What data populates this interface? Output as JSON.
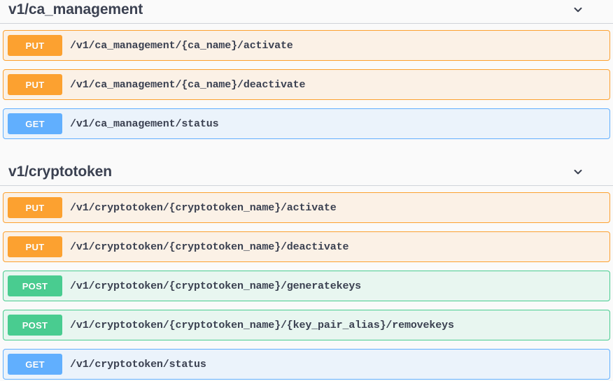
{
  "page": {
    "title": "Swagger UI API operations",
    "colors": {
      "put": "#fca130",
      "get": "#61affe",
      "post": "#49cc90",
      "put_row_bg": "#fbf1e6",
      "get_row_bg": "#ebf3fb",
      "post_row_bg": "#e8f6f0",
      "text": "#3b4151",
      "background": "#fafafa",
      "divider": "#cfd3d9"
    }
  },
  "sections": [
    {
      "title": "v1/ca_management",
      "collapse_icon": "chevron-down-icon",
      "expanded": true,
      "operations": [
        {
          "method": "PUT",
          "path": "/v1/ca_management/{ca_name}/activate"
        },
        {
          "method": "PUT",
          "path": "/v1/ca_management/{ca_name}/deactivate"
        },
        {
          "method": "GET",
          "path": "/v1/ca_management/status"
        }
      ]
    },
    {
      "title": "v1/cryptotoken",
      "collapse_icon": "chevron-down-icon",
      "expanded": true,
      "operations": [
        {
          "method": "PUT",
          "path": "/v1/cryptotoken/{cryptotoken_name}/activate"
        },
        {
          "method": "PUT",
          "path": "/v1/cryptotoken/{cryptotoken_name}/deactivate"
        },
        {
          "method": "POST",
          "path": "/v1/cryptotoken/{cryptotoken_name}/generatekeys"
        },
        {
          "method": "POST",
          "path": "/v1/cryptotoken/{cryptotoken_name}/{key_pair_alias}/removekeys"
        },
        {
          "method": "GET",
          "path": "/v1/cryptotoken/status"
        }
      ]
    }
  ]
}
